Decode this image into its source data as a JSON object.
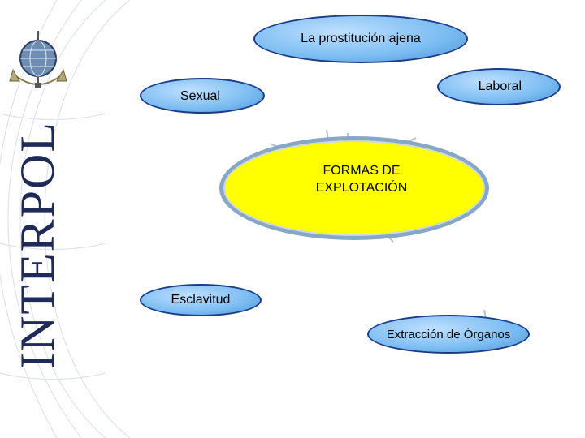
{
  "brand": {
    "wordmark": "INTERPOL"
  },
  "center": {
    "line1": "FORMAS DE",
    "line2": "EXPLOTACIÓN"
  },
  "nodes": {
    "top": "La prostitución ajena",
    "left": "Sexual",
    "right": "Laboral",
    "bottom_left": "Esclavitud",
    "bottom_right": "Extracción de Órganos"
  },
  "colors": {
    "center_fill": "#ffff00",
    "center_border": "#87a7c8",
    "bubble_fill": "#7bbcf2",
    "bubble_border": "#1a3c8a",
    "brand_color": "#1e2a57"
  }
}
